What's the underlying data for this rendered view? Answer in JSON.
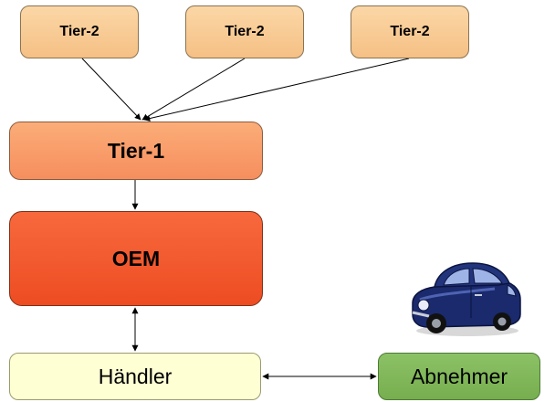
{
  "nodes": {
    "tier2": [
      "Tier-2",
      "Tier-2",
      "Tier-2"
    ],
    "tier1": "Tier-1",
    "oem": "OEM",
    "haendler": "Händler",
    "abnehmer": "Abnehmer"
  },
  "colors": {
    "tier2_fill": "#f8c992",
    "tier1_fill": "#f89a68",
    "oem_fill": "#f25a2d",
    "haendler_fill": "#ffffd4",
    "abnehmer_fill": "#82b85a",
    "car_body": "#1a2a6c"
  },
  "icons": {
    "car": "car-icon"
  }
}
